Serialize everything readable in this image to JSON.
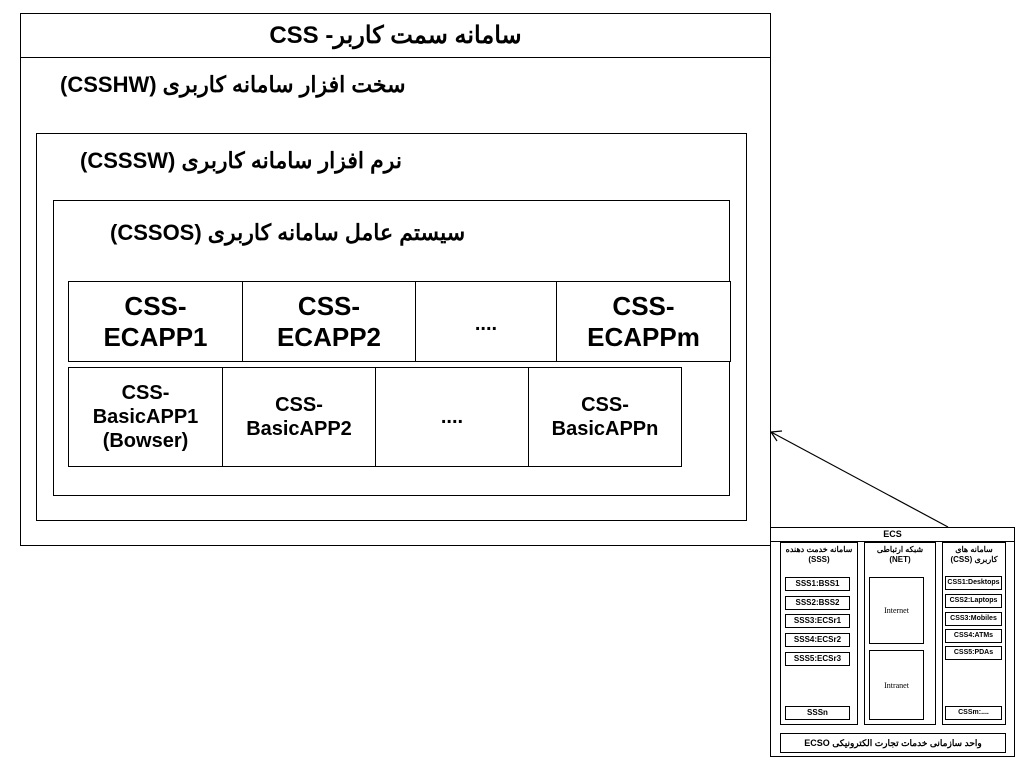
{
  "main": {
    "title": "سامانه سمت کاربر- CSS",
    "hw_label": "سخت افزار سامانه کاربری (CSSHW)",
    "sw_label": "نرم افزار سامانه کاربری (CSSSW)",
    "os_label": "سیستم عامل سامانه کاربری (CSSOS)",
    "ecapps": [
      "CSS-\nECAPP1",
      "CSS-\nECAPP2",
      "....",
      "CSS-\nECAPPm"
    ],
    "basicapps": [
      "CSS-\nBasicAPP1\n(Bowser)",
      "CSS-\nBasicAPP2",
      "....",
      "CSS-\nBasicAPPn"
    ]
  },
  "ecs": {
    "title": "ECS",
    "sss_header": "سامانه خدمت دهنده\n(SSS)",
    "net_header": "شبکه ارتباطی\n(NET)",
    "css_header": "سامانه های\nکاربری (CSS)",
    "sss_items": [
      "SSS1:BSS1",
      "SSS2:BSS2",
      "SSS3:ECSr1",
      "SSS4:ECSr2",
      "SSS5:ECSr3"
    ],
    "sss_last": "SSSn",
    "net_items": [
      "Internet",
      "Intranet"
    ],
    "css_items": [
      "CSS1:Desktops",
      "CSS2:Laptops",
      "CSS3:Mobiles",
      "CSS4:ATMs",
      "CSS5:PDAs"
    ],
    "css_last": "CSSm:....",
    "footer": "واحد سازمانی خدمات تجارت الکترونیکی ECSO"
  }
}
